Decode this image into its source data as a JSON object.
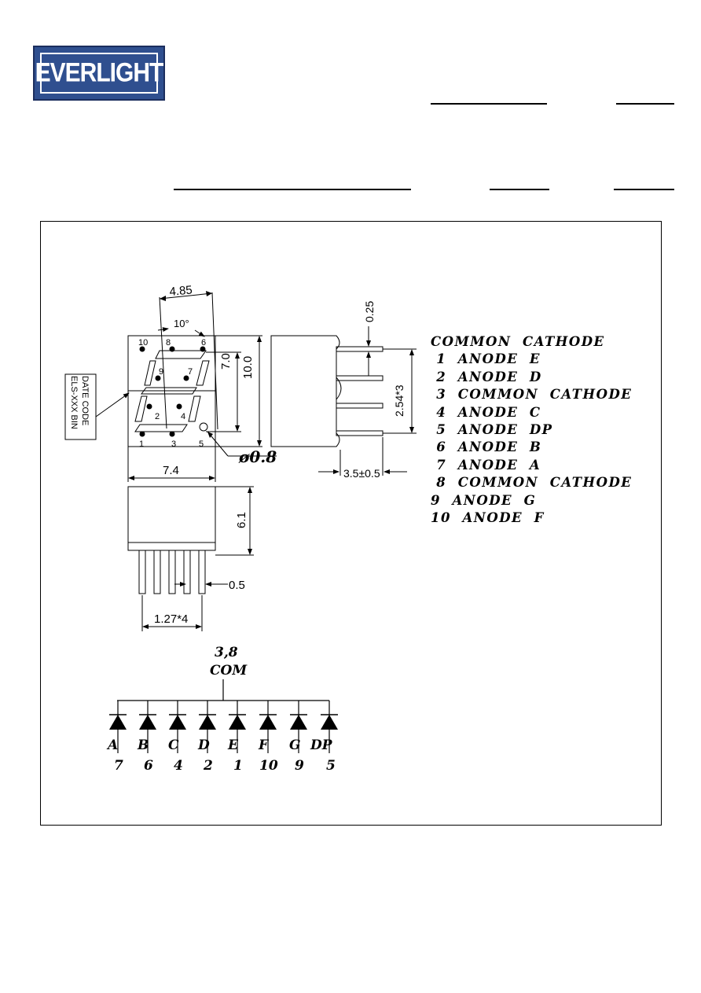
{
  "logo": {
    "text": "EVERLIGHT"
  },
  "package": {
    "label_box": {
      "line1": "ELS-XXX BIN",
      "line2": "DATE CODE"
    },
    "dim_top_width": "4.85",
    "dim_angle": "10°",
    "dim_digit_height": "7.0",
    "dim_body_height": "10.0",
    "dim_body_width": "7.4",
    "dim_hole": "ø0.8",
    "dim_pin_thickness": "0.25",
    "dim_pin_spacing_side": "2.54*3",
    "dim_pin_length": "3.5±0.5",
    "dim_depth": "6.1",
    "dim_pin_width": "0.5",
    "dim_pin_pitch": "1.27*4",
    "pin_markers": {
      "p10": "10",
      "p8": "8",
      "p6": "6",
      "p9": "9",
      "p7": "7",
      "p2": "2",
      "p4": "4",
      "p1": "1",
      "p3": "3",
      "p5": "5"
    }
  },
  "pin_list": [
    "COMMON  CATHODE",
    " 1  ANODE  E",
    " 2  ANODE  D",
    " 3  COMMON  CATHODE",
    " 4  ANODE  C",
    " 5  ANODE  DP",
    " 6  ANODE  B",
    " 7  ANODE  A",
    " 8  COMMON  CATHODE",
    "9  ANODE  G",
    "10  ANODE  F"
  ],
  "schematic": {
    "common_pins": "3,8",
    "common_label": "COM",
    "segments": [
      "A",
      "B",
      "C",
      "D",
      "E",
      "F",
      "G",
      "DP"
    ],
    "pins": [
      "7",
      "6",
      "4",
      "2",
      "1",
      "10",
      "9",
      "5"
    ]
  }
}
